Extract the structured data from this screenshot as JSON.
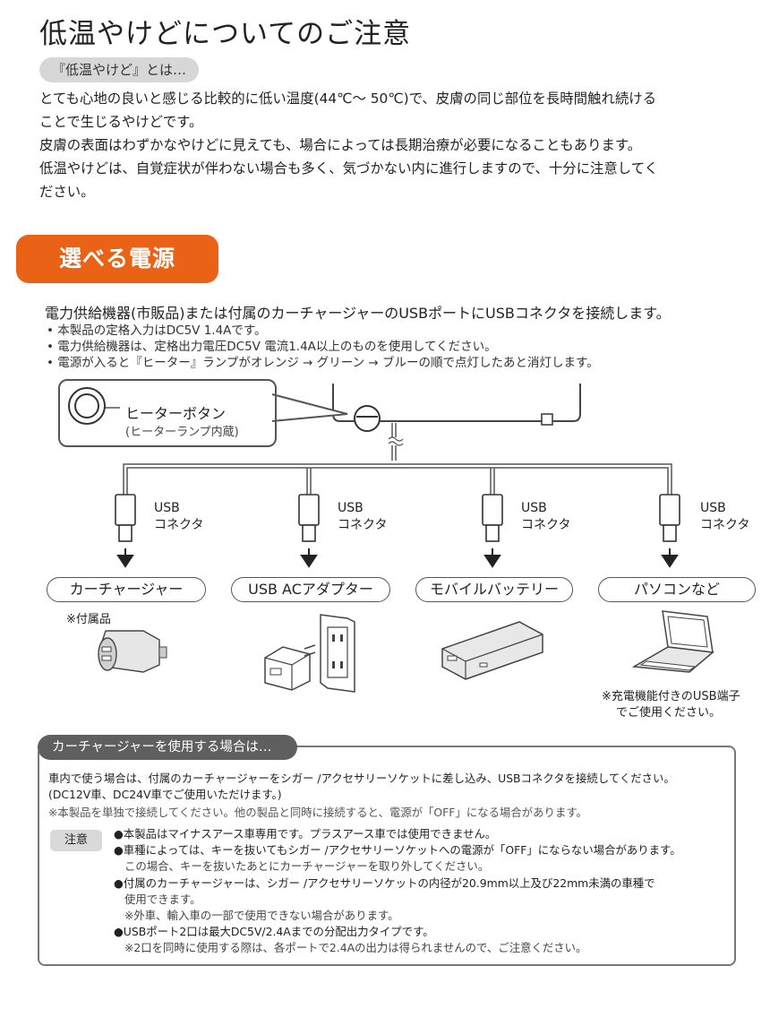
{
  "header": {
    "title": "低温やけどについてのご注意",
    "subtitle_pill": "『低温やけど』とは…"
  },
  "intro": {
    "lines": [
      "とても心地の良いと感じる比較的に低い温度(44℃～ 50℃)で、皮膚の同じ部位を長時間触れ続ける",
      "ことで生じるやけどです。",
      "皮膚の表面はわずかなやけどに見えても、場合によっては長期治療が必要になることもあります。",
      "低温やけどは、自覚症状が伴わない場合も多く、気づかない内に進行しますので、十分に注意してく",
      "ださい。"
    ]
  },
  "power": {
    "section_title": "選べる電源",
    "lead": "電力供給機器(市販品)または付属のカーチャージャーのUSBポートにUSBコネクタを接続します。",
    "bullets": [
      "• 本製品の定格入力はDC5V 1.4Aです。",
      "• 電力供給機器は、定格出力電圧DC5V 電流1.4A以上のものを使用してください。",
      "• 電源が入ると『ヒーター』ランプがオレンジ → グリーン → ブルーの順で点灯したあと消灯します。"
    ],
    "heater_button": "ヒーターボタン",
    "heater_lamp": "(ヒーターランプ内蔵)",
    "usb_line1": "USB",
    "usb_line2": "コネクタ",
    "devices": [
      {
        "label": "カーチャージャー",
        "note": "※付属品"
      },
      {
        "label": "USB ACアダプター",
        "note": ""
      },
      {
        "label": "モバイルバッテリー",
        "note": ""
      },
      {
        "label": "パソコンなど",
        "note": "※充電機能付きのUSB端子\nでご使用ください。"
      }
    ],
    "pc_note_line1": "※充電機能付きのUSB端子",
    "pc_note_line2": "でご使用ください。"
  },
  "car_charger": {
    "tab": "カーチャージャーを使用する場合は…",
    "line1": "車内で使う場合は、付属のカーチャージャーをシガー /アクセサリーソケットに差し込み、USBコネクタを接続してください。",
    "line2": "(DC12V車、DC24V車でご使用いただけます。)",
    "line3": "※本製品を単独で接続してください。他の製品と同時に接続すると、電源が「OFF」になる場合があります。",
    "caution_label": "注意",
    "cautions": [
      "●本製品はマイナスアース車専用です。プラスアース車では使用できません。",
      "●車種によっては、キーを抜いてもシガー /アクセサリーソケットへの電源が「OFF」にならない場合があります。",
      "この場合、キーを抜いたあとにカーチャージャーを取り外してください。",
      "●付属のカーチャージャーは、シガー /アクセサリーソケットの内径が20.9mm以上及び22mm未満の車種で",
      "使用できます。",
      "※外車、輸入車の一部で使用できない場合があります。",
      "●USBポート2口は最大DC5V/2.4Aまでの分配出力タイプです。",
      "※2口を同時に使用する際は、各ポートで2.4Aの出力は得られませんので、ご注意ください。"
    ]
  }
}
